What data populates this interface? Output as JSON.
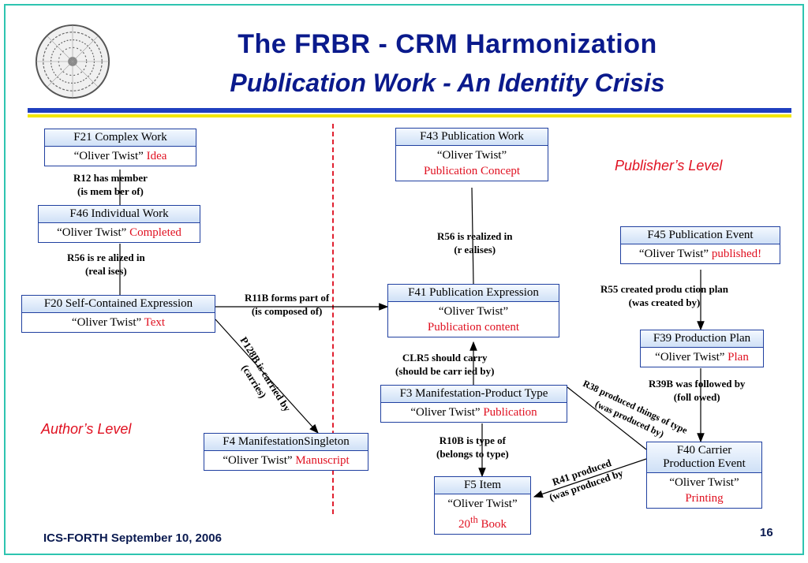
{
  "title": "The FRBR - CRM Harmonization",
  "subtitle": "Publication Work  - An Identity Crisis",
  "levels": {
    "publisher": "Publisher’s Level",
    "author": "Author’s Level"
  },
  "boxes": {
    "f21": {
      "header": "F21 Complex Work",
      "value": "“Oliver Twist”",
      "note": "Idea"
    },
    "f46": {
      "header": "F46 Individual Work",
      "value": "“Oliver Twist”",
      "note": "Completed"
    },
    "f20": {
      "header": "F20 Self-Contained Expression",
      "value": "“Oliver Twist”",
      "note": "Text"
    },
    "f4": {
      "header": "F4 ManifestationSingleton",
      "value": "“Oliver Twist”",
      "note": "Manuscript"
    },
    "f43": {
      "header": "F43 Publication Work",
      "value": "“Oliver Twist”",
      "note": "Publication Concept"
    },
    "f41": {
      "header": "F41 Publication Expression",
      "value": "“Oliver Twist”",
      "note": "Publication content"
    },
    "f3": {
      "header": "F3 Manifestation-Product Type",
      "value": "“Oliver Twist”",
      "note": "Publication"
    },
    "f5": {
      "header": "F5 Item",
      "value": "“Oliver Twist”",
      "note_num": "20",
      "note_sup": "th",
      "note_rest": " Book"
    },
    "f45": {
      "header": "F45 Publication Event",
      "value": "“Oliver Twist”",
      "note": "published!"
    },
    "f39": {
      "header": "F39 Production Plan",
      "value": "“Oliver Twist”",
      "note": "Plan"
    },
    "f40": {
      "header_line1": "F40 Carrier",
      "header_line2": "Production Event",
      "value": "“Oliver Twist”",
      "note": "Printing"
    }
  },
  "relations": {
    "r12": {
      "line1": "R12 has member",
      "line2": "(is mem ber of)"
    },
    "r56a": {
      "line1": "R56 is re alized in",
      "line2": "(real ises)"
    },
    "r11b": {
      "line1": "R11B forms part of",
      "line2": "(is composed of)"
    },
    "p128b": {
      "line1": "P128B is carried by",
      "line2": "(carries)"
    },
    "r56b": {
      "line1": "R56 is realized in",
      "line2": "(r ealises)"
    },
    "clr5": {
      "line1": "CLR5 should carry",
      "line2": "(should be carr ied by)"
    },
    "r10b": {
      "line1": "R10B is   type of",
      "line2": "(belongs to type)"
    },
    "r41": {
      "line1": "R41 produced",
      "line2": "(was produced by"
    },
    "r38": {
      "line1": "R38 produced things of type",
      "line2": "(was produced by)"
    },
    "r55": {
      "line1": "R55 created produ ction plan",
      "line2": "(was created by)"
    },
    "r39b": {
      "line1": "R39B was followed by",
      "line2": "(foll owed)"
    }
  },
  "footer": {
    "text": "ICS-FORTH  September 10, 2006",
    "page": "16"
  },
  "colors": {
    "title": "#0a1a8c",
    "accent_red": "#e01020",
    "rule_blue": "#1f3fbf",
    "rule_yellow": "#f2e600",
    "frame": "#2ec4b0"
  }
}
